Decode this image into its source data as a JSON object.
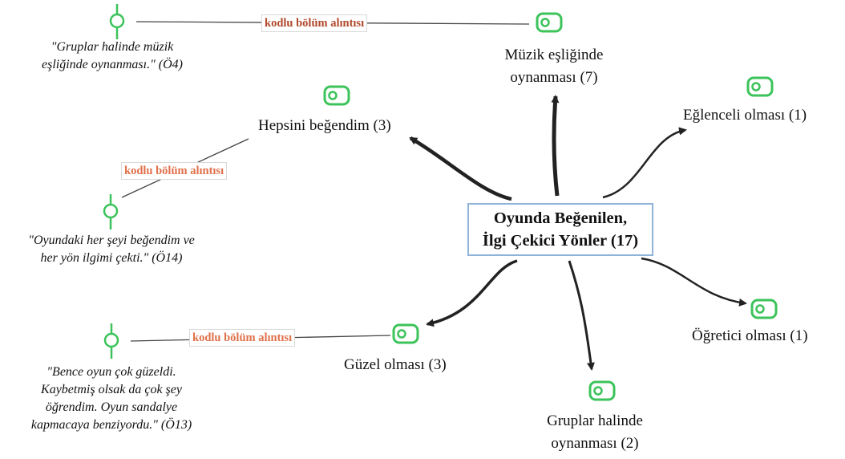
{
  "center": {
    "line1": "Oyunda Beğenilen,",
    "line2": "İlgi Çekici Yönler (17)"
  },
  "colors": {
    "code_icon": "#3cc35a",
    "tag_dark": "#b0482b",
    "tag_light": "#e0704a",
    "arrow": "#222222",
    "center_border": "#8fb3d9"
  },
  "codes": {
    "muzik": {
      "line1": "Müzik eşliğinde",
      "line2": "oynanması (7)",
      "icon": "code-icon"
    },
    "eglenceli": {
      "label": "Eğlenceli olması (1)",
      "icon": "code-icon"
    },
    "hepsini": {
      "label": "Hepsini beğendim (3)",
      "icon": "code-icon"
    },
    "guzel": {
      "label": "Güzel olması (3)",
      "icon": "code-icon"
    },
    "ogretici": {
      "label": "Öğretici olması (1)",
      "icon": "code-icon"
    },
    "gruplar": {
      "line1": "Gruplar halinde",
      "line2": "oynanması (2)",
      "icon": "code-icon"
    }
  },
  "links": {
    "top": {
      "tag": "kodlu bölüm alıntısı",
      "icon": "document-icon"
    },
    "left": {
      "tag": "kodlu bölüm alıntısı",
      "icon": "document-icon"
    },
    "bottom": {
      "tag": "kodlu bölüm alıntısı",
      "icon": "document-icon"
    }
  },
  "quotes": {
    "q4": {
      "line1": "\"Gruplar halinde müzik",
      "line2": "eşliğinde oynanması.\" (Ö4)"
    },
    "q14": {
      "line1": "\"Oyundaki her şeyi beğendim ve",
      "line2": "her yön ilgimi çekti.\" (Ö14)"
    },
    "q13": {
      "line1": "\"Bence oyun çok güzeldi.",
      "line2": "Kaybetmiş olsak da çok şey",
      "line3": "öğrendim. Oyun sandalye",
      "line4": "kapmacaya benziyordu.\" (Ö13)"
    }
  }
}
